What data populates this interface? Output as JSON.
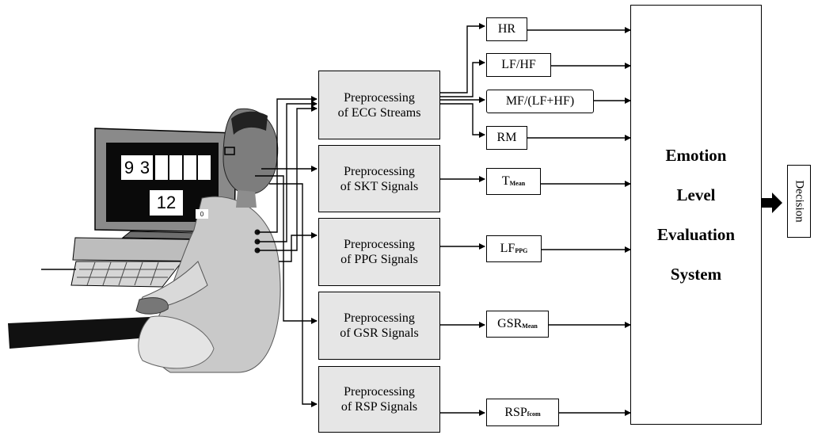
{
  "preprocessing": [
    {
      "line1": "Preprocessing",
      "line2": "of ECG Streams"
    },
    {
      "line1": "Preprocessing",
      "line2": "of SKT Signals"
    },
    {
      "line1": "Preprocessing",
      "line2": "of PPG Signals"
    },
    {
      "line1": "Preprocessing",
      "line2": "of GSR Signals"
    },
    {
      "line1": "Preprocessing",
      "line2": "of RSP Signals"
    }
  ],
  "features": {
    "hr": {
      "text": "HR"
    },
    "lfhf": {
      "text": "LF/HF"
    },
    "mf": {
      "text": "MF/(LF+HF)"
    },
    "rm": {
      "text": "RM"
    },
    "t_mean": {
      "base": "T",
      "sub": "Mean"
    },
    "lf_ppg": {
      "base": "LF",
      "sub": "PPG"
    },
    "gsr_mean": {
      "base": "GSR",
      "sub": "Mean"
    },
    "rsp_fcom": {
      "base": "RSP",
      "sub": "fcom"
    }
  },
  "evaluation": {
    "line1": "Emotion",
    "line2": "Level",
    "line3": "Evaluation",
    "line4": "System"
  },
  "decision": "Decision",
  "monitor": {
    "digits": [
      "9",
      "3"
    ],
    "number": "12",
    "badge": "0"
  }
}
